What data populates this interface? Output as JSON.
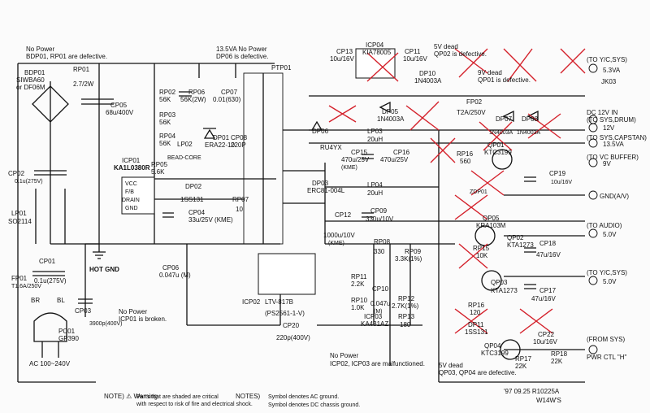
{
  "notes": {
    "np1_title": "No Power",
    "np1_body": "BDP01, RP01 are defective.",
    "v135_title": "13.5VA No Power",
    "v135_body": "DP06 is defective.",
    "v5_title": "5V dead",
    "v5_body": "QP02 is defective.",
    "v9_title": "9V dead",
    "v9_body": "QP01 is defective.",
    "np2_title": "No Power",
    "np2_body": "ICP01 is broken.",
    "np3_title": "No Power",
    "np3_body": "ICP02, ICP03 are malfunctioned.",
    "v5b_title": "5V dead",
    "v5b_body": "QP03, QP04 are defective."
  },
  "parts": {
    "bdp01": "BDP01",
    "siwba60": "SIWBA60",
    "df06m": "or DF06M",
    "rp01": "RP01",
    "rp01_val": "2.7/2W",
    "cp05": "CP05",
    "cp05_val": "68u/400V",
    "rp02": "RP02",
    "rp02_val": "56K",
    "rp03": "RP03",
    "rp03_val": "56K",
    "rp04": "RP04",
    "rp04_val": "56K",
    "rp06": "RP06",
    "rp06_val": "56K(2W)",
    "cp07": "CP07",
    "cp07_val": "0.01(630)",
    "dp01": "DP01",
    "dp01_val": "ERA22-10",
    "cp08": "CP08",
    "cp08_val": "220P",
    "lp02": "LP02",
    "bead": "BEAD-CORE",
    "ptp01": "PTP01",
    "icp01": "ICP01",
    "icp01_val": "KA1L0380R",
    "rp05": "RP05",
    "rp05_val": "5.6K",
    "dp02": "DP02",
    "dp02_val": "1SS131",
    "rp07": "RP07",
    "rp07_val": "10",
    "cp04": "CP04",
    "cp04_val": "33u/25V (KME)",
    "cp02": "CP02",
    "cp02_val": "0.1u(275V)",
    "lp01": "LP01",
    "lp01_val": "SO2114",
    "fp01": "FP01",
    "fp01_val": "T1.6A/250V",
    "cp01": "CP01",
    "cp01_val": "0.1u(275V)",
    "hot_gnd": "HOT GND",
    "cp03": "CP03",
    "cp03_val": "3900p(400V)",
    "br": "BR",
    "bl": "BL",
    "pc01": "PC01",
    "pc01_val": "GP390",
    "ac": "AC 100~240V",
    "cp06": "CP06",
    "cp06_val": "0.047u (M)",
    "icp02": "ICP02",
    "icp02_val": "LTV-817B",
    "icp02_alt": "(PS2561-1-V)",
    "cp20": "CP20",
    "cp20_val": "220p(400V)",
    "icp04": "ICP04",
    "icp04_val": "KIA78005",
    "cp13": "CP13",
    "cp13_val": "10u/16V",
    "cp11": "CP11",
    "cp11_val": "10u/16V",
    "dp10": "DP10",
    "dp10_val": "1N4003A",
    "dp05": "DP05",
    "dp05_val": "1N4003A",
    "dp06": "DP06",
    "dp06_val": "RU4YX",
    "lp03": "LP03",
    "lp03_val": "20uH",
    "cp15": "CP15",
    "cp15_val": "470u/25V",
    "cp15_kme": "(KME)",
    "cp16": "CP16",
    "cp16_val": "470u/25V",
    "fp02": "FP02",
    "fp02_val": "T2A/250V",
    "dp07": "DP07",
    "dp08": "DP08",
    "dp07_val": "1N4003A",
    "dp08_val": "1N4003A",
    "qp01": "QP01",
    "qp01_val": "KTC3199",
    "rp16": "RP16",
    "rp16_val": "560",
    "zdp01": "ZDP01",
    "cp19": "CP19",
    "cp19_val": "10u/16V",
    "dp03": "DP03",
    "dp03_val": "ERC81-004L",
    "lp04": "LP04",
    "lp04_val": "20uH",
    "cp12": "CP12",
    "cp12_val": "1000u/10V",
    "cp12_kme": "(KME)",
    "cp09": "CP09",
    "cp09_val": "330u/10V",
    "qp05": "QP05",
    "qp05_val": "KRA103M",
    "qp02": "QP02",
    "qp02_val": "KTA1273",
    "rp15": "RP15",
    "rp15_val": "10K",
    "cp18": "CP18",
    "cp18_val": "47u/16V",
    "rp08": "RP08",
    "rp08_val": "330",
    "rp09": "RP09",
    "rp09_val": "3.3K(1%)",
    "rp11": "RP11",
    "rp11_val": "2.2K",
    "cp10": "CP10",
    "rp10": "RP10",
    "rp10_val": "1.0K",
    "cp10_val": "0.047u",
    "cp10_m": "(M)",
    "rp12": "RP12",
    "rp12_val": "2.7K(1%)",
    "icp03": "ICP03",
    "icp03_val": "KA431AZ",
    "rp13": "RP13",
    "rp13_val": "180",
    "qp03": "QP03",
    "qp03_val": "KTA1273",
    "cp17": "CP17",
    "cp17_val": "47u/16V",
    "rp16b": "RP16",
    "rp16b_val": "120",
    "dp11": "DP11",
    "dp11_val": "1SS131",
    "qp04": "QP04",
    "qp04_val": "KTC3199",
    "cp22": "CP22",
    "cp22_val": "10u/16V",
    "rp17": "RP17",
    "rp17_val": "22K",
    "rp18": "RP18",
    "rp18_val": "22K"
  },
  "pins": {
    "vcc": "VCC",
    "fb": "F/B",
    "drain": "DRAIN",
    "gnd": "GND"
  },
  "outputs": [
    {
      "dest": "(TO Y/C,SYS)",
      "volt": "5.3VA"
    },
    {
      "dest": "JK03"
    },
    {
      "dest": "DC 12V IN"
    },
    {
      "dest": "(TO SYS,DRUM)",
      "volt": "12V"
    },
    {
      "dest": "(TO SYS,CAPSTAN)",
      "volt": "13.5VA"
    },
    {
      "dest": "(TO VC BUFFER)",
      "volt": "9V"
    },
    {
      "dest": "GND(A/V)"
    },
    {
      "dest": "(TO AUDIO)",
      "volt": "5.0V"
    },
    {
      "dest": "(TO Y/C,SYS)",
      "volt": "5.0V"
    },
    {
      "dest": "(FROM SYS)",
      "volt": "PWR CTL \"H\""
    }
  ],
  "footer": {
    "note_label": "NOTE) ⚠ Warning",
    "warning": "Parts that are shaded are critical",
    "warning_line": "with respect to risk of fire and electrical shock.",
    "notes_label": "NOTES)",
    "ac_ground": "Symbol denotes AC ground.",
    "dc_ground": "Symbol denotes DC chassis ground.",
    "date": "'97  09.25  R10225A",
    "model": "W14W'S"
  }
}
